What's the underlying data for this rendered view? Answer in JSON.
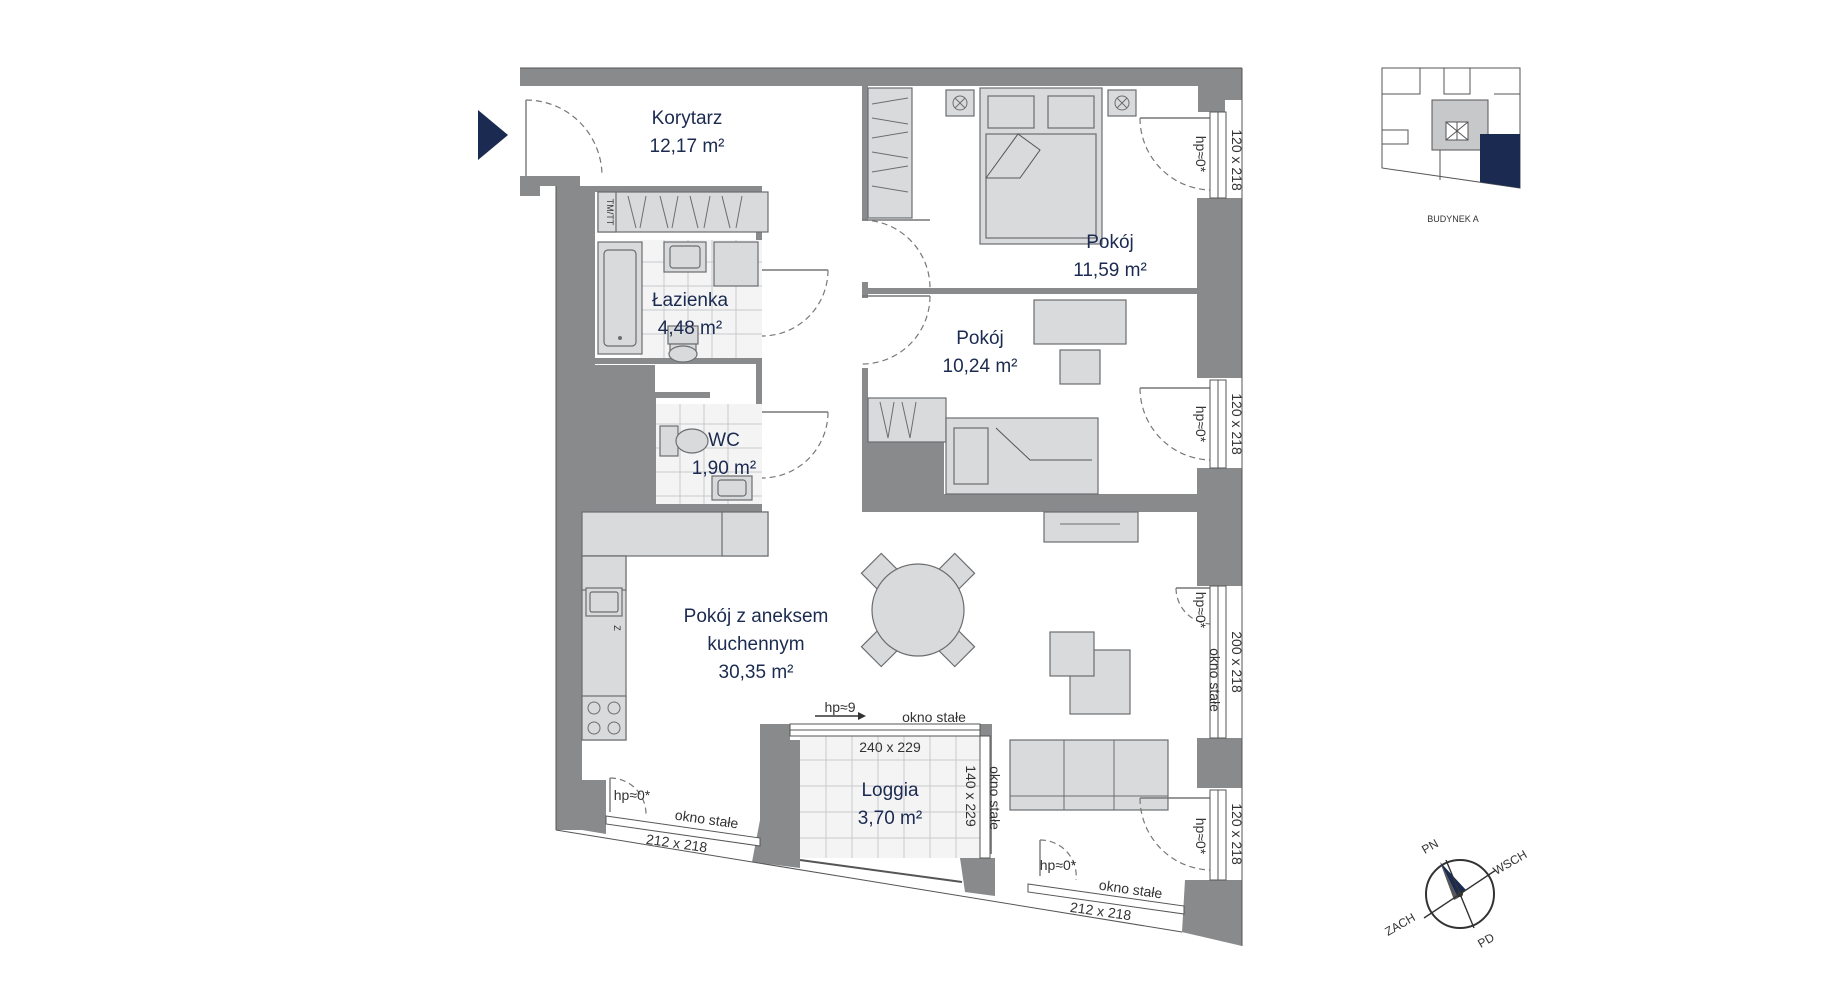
{
  "rooms": {
    "korytarz": {
      "name": "Korytarz",
      "area": "12,17 m²"
    },
    "pokoj1": {
      "name": "Pokój",
      "area": "11,59 m²"
    },
    "lazienka": {
      "name": "Łazienka",
      "area": "4,48 m²"
    },
    "pokoj2": {
      "name": "Pokój",
      "area": "10,24 m²"
    },
    "wc": {
      "name": "WC",
      "area": "1,90 m²"
    },
    "salon": {
      "name_line1": "Pokój z aneksem",
      "name_line2": "kuchennym",
      "area": "30,35 m²"
    },
    "loggia": {
      "name": "Loggia",
      "area": "3,70 m²"
    }
  },
  "windows": {
    "w1": {
      "size": "120 x 218",
      "hp": "hp≈0*"
    },
    "w2": {
      "size": "120 x 218",
      "hp": "hp≈0*"
    },
    "w3": {
      "size": "200 x 218",
      "hp": "hp≈0*",
      "type": "okno stałe"
    },
    "w4": {
      "size": "120 x 218",
      "hp": "hp≈0*"
    },
    "w5": {
      "size": "212 x 218",
      "hp": "hp≈0*",
      "type": "okno stałe"
    },
    "w6": {
      "size": "212 x 218",
      "hp": "hp≈0*",
      "type": "okno stałe"
    },
    "loggia_front": {
      "size": "240 x 229",
      "hp": "hp≈9",
      "type": "okno stałe"
    },
    "loggia_side": {
      "size": "140 x 229",
      "type": "okno stałe"
    }
  },
  "fixtures": {
    "meter": "TM/TT",
    "fridge": "Z"
  },
  "keyplan": {
    "label": "BUDYNEK A"
  },
  "compass": {
    "n": "PN",
    "e": "WSCH",
    "s": "PD",
    "w": "ZACH"
  },
  "colors": {
    "accent": "#1b2a50",
    "wall": "#888a8c",
    "fixture": "#d9dadb"
  }
}
